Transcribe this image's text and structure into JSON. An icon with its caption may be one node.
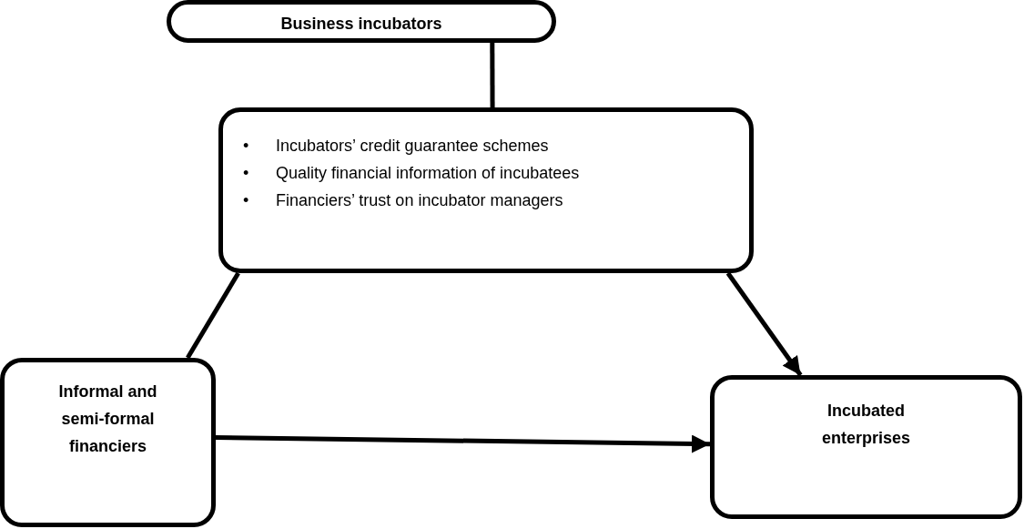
{
  "diagram": {
    "nodes": [
      {
        "text": [
          "Business incubators"
        ]
      },
      {
        "text": [
          "•",
          "Incubators’ credit guarantee schemes",
          "•",
          "Quality financial information of incubatees",
          "•",
          "Financiers’ trust on incubator managers"
        ]
      },
      {
        "text": [
          "Informal and semi-formal financiers"
        ]
      },
      {
        "text": [
          "Incubated enterprises"
        ]
      }
    ],
    "edges": [
      {
        "from": 0,
        "to": 1,
        "arrow": "none"
      },
      {
        "from": 1,
        "to": 2,
        "arrow": "none"
      },
      {
        "from": 1,
        "to": 3,
        "arrow": "to"
      },
      {
        "from": 2,
        "to": 3,
        "arrow": "to"
      }
    ]
  }
}
